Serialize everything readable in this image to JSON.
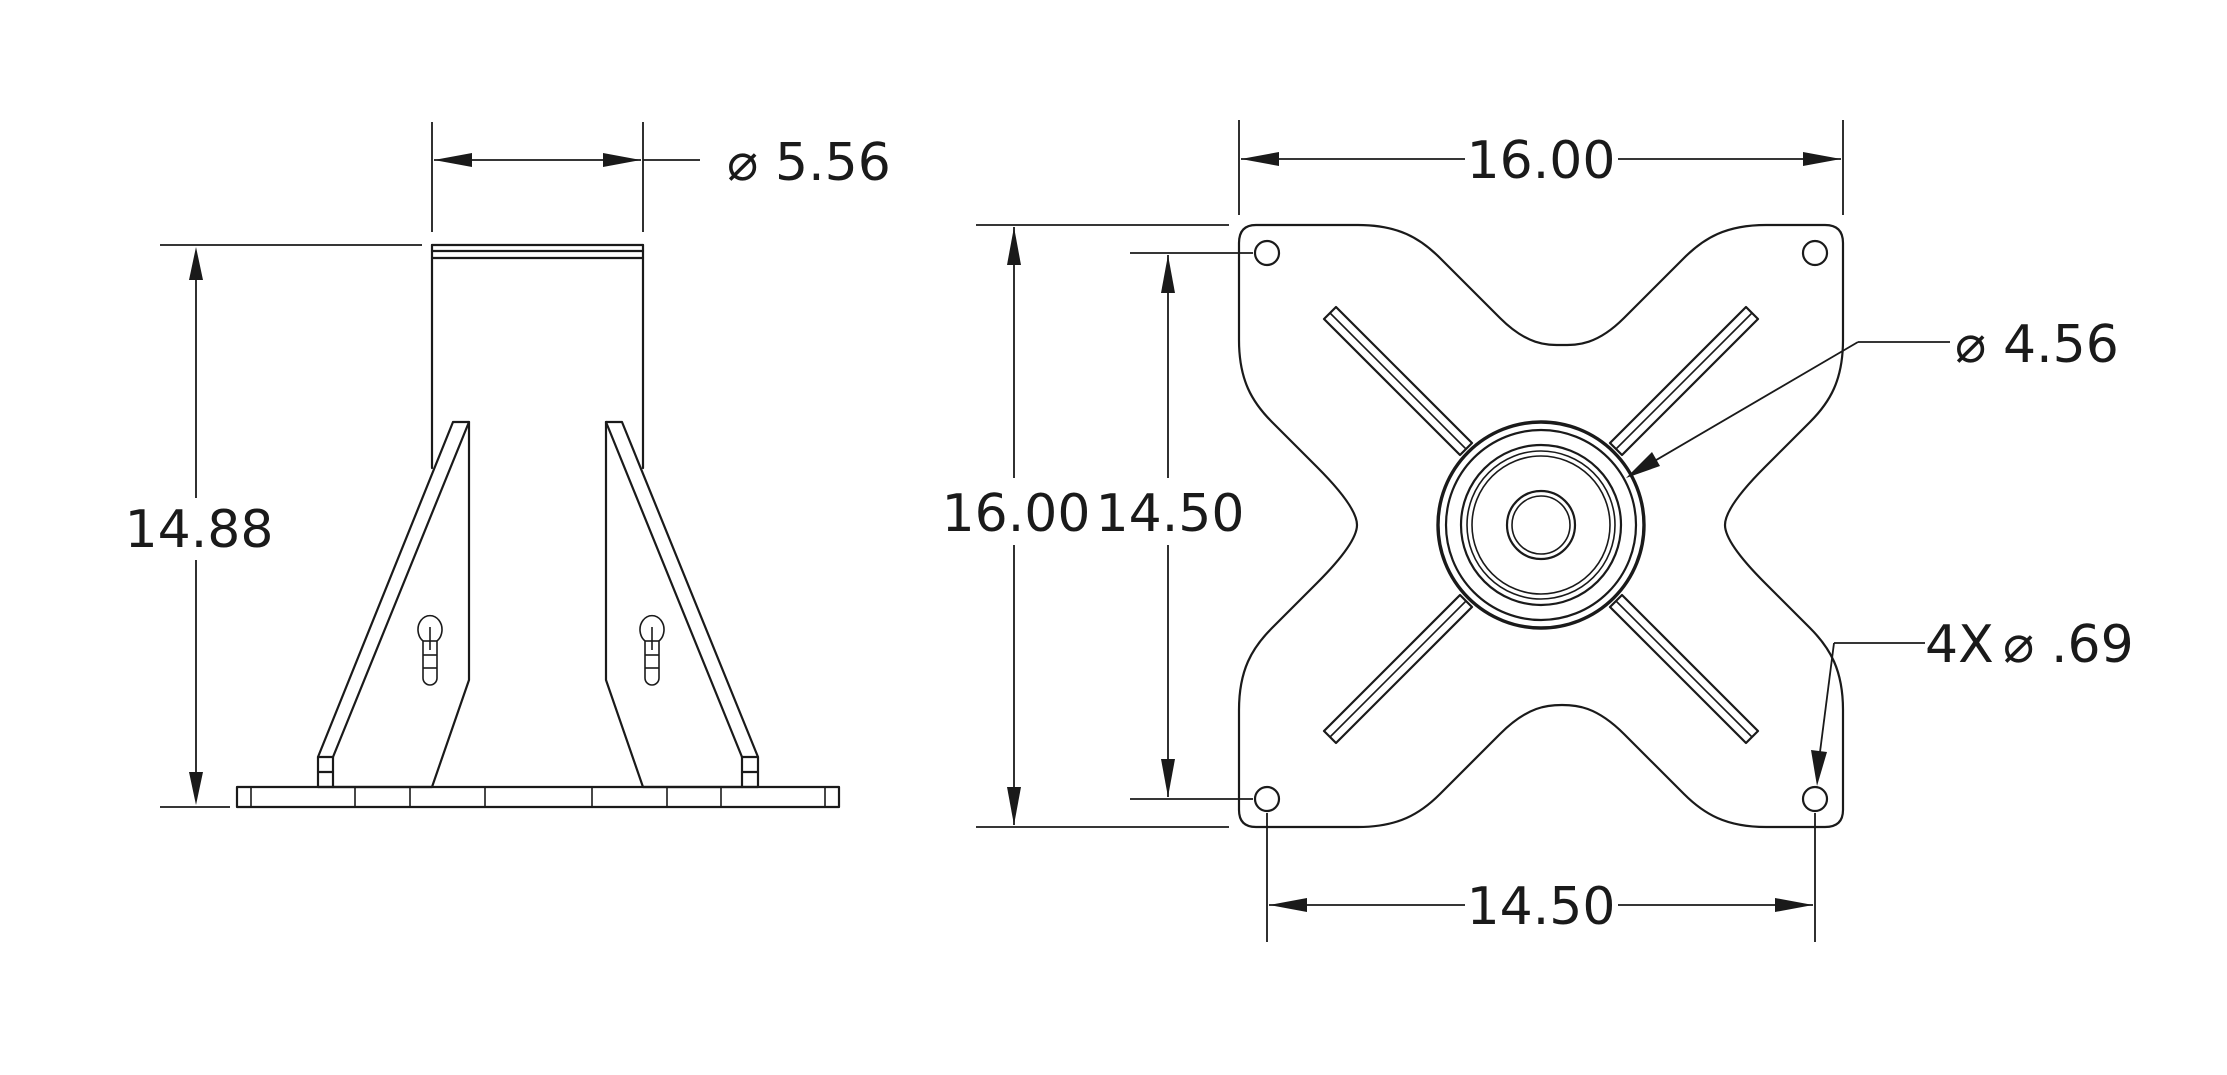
{
  "side_view": {
    "height_dim": "14.88",
    "tube_dia_symbol": "⌀",
    "tube_dia_value": "5.56"
  },
  "top_view": {
    "width_dim": "16.00",
    "height_dim": "16.00",
    "hole_spacing_v": "14.50",
    "hole_spacing_h": "14.50",
    "center_dia_symbol": "⌀",
    "center_dia_value": "4.56",
    "hole_qty": "4X",
    "hole_dia_symbol": "⌀",
    "hole_dia_value": ".69"
  }
}
